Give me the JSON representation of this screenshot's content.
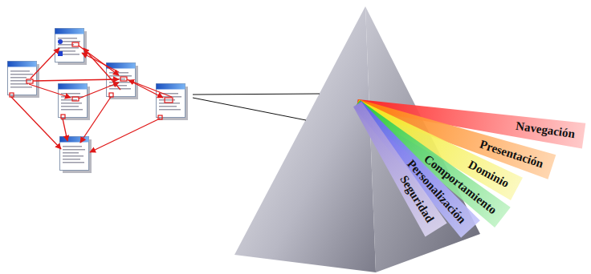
{
  "diagram": {
    "nodes": [
      {
        "text": [
          "Navegación"
        ]
      },
      {
        "text": [
          "Presentación"
        ]
      },
      {
        "text": [
          "Dominio"
        ]
      },
      {
        "text": [
          "Comportamiento"
        ]
      },
      {
        "text": [
          "Personalización"
        ]
      },
      {
        "text": [
          "Seguridad"
        ]
      }
    ]
  }
}
